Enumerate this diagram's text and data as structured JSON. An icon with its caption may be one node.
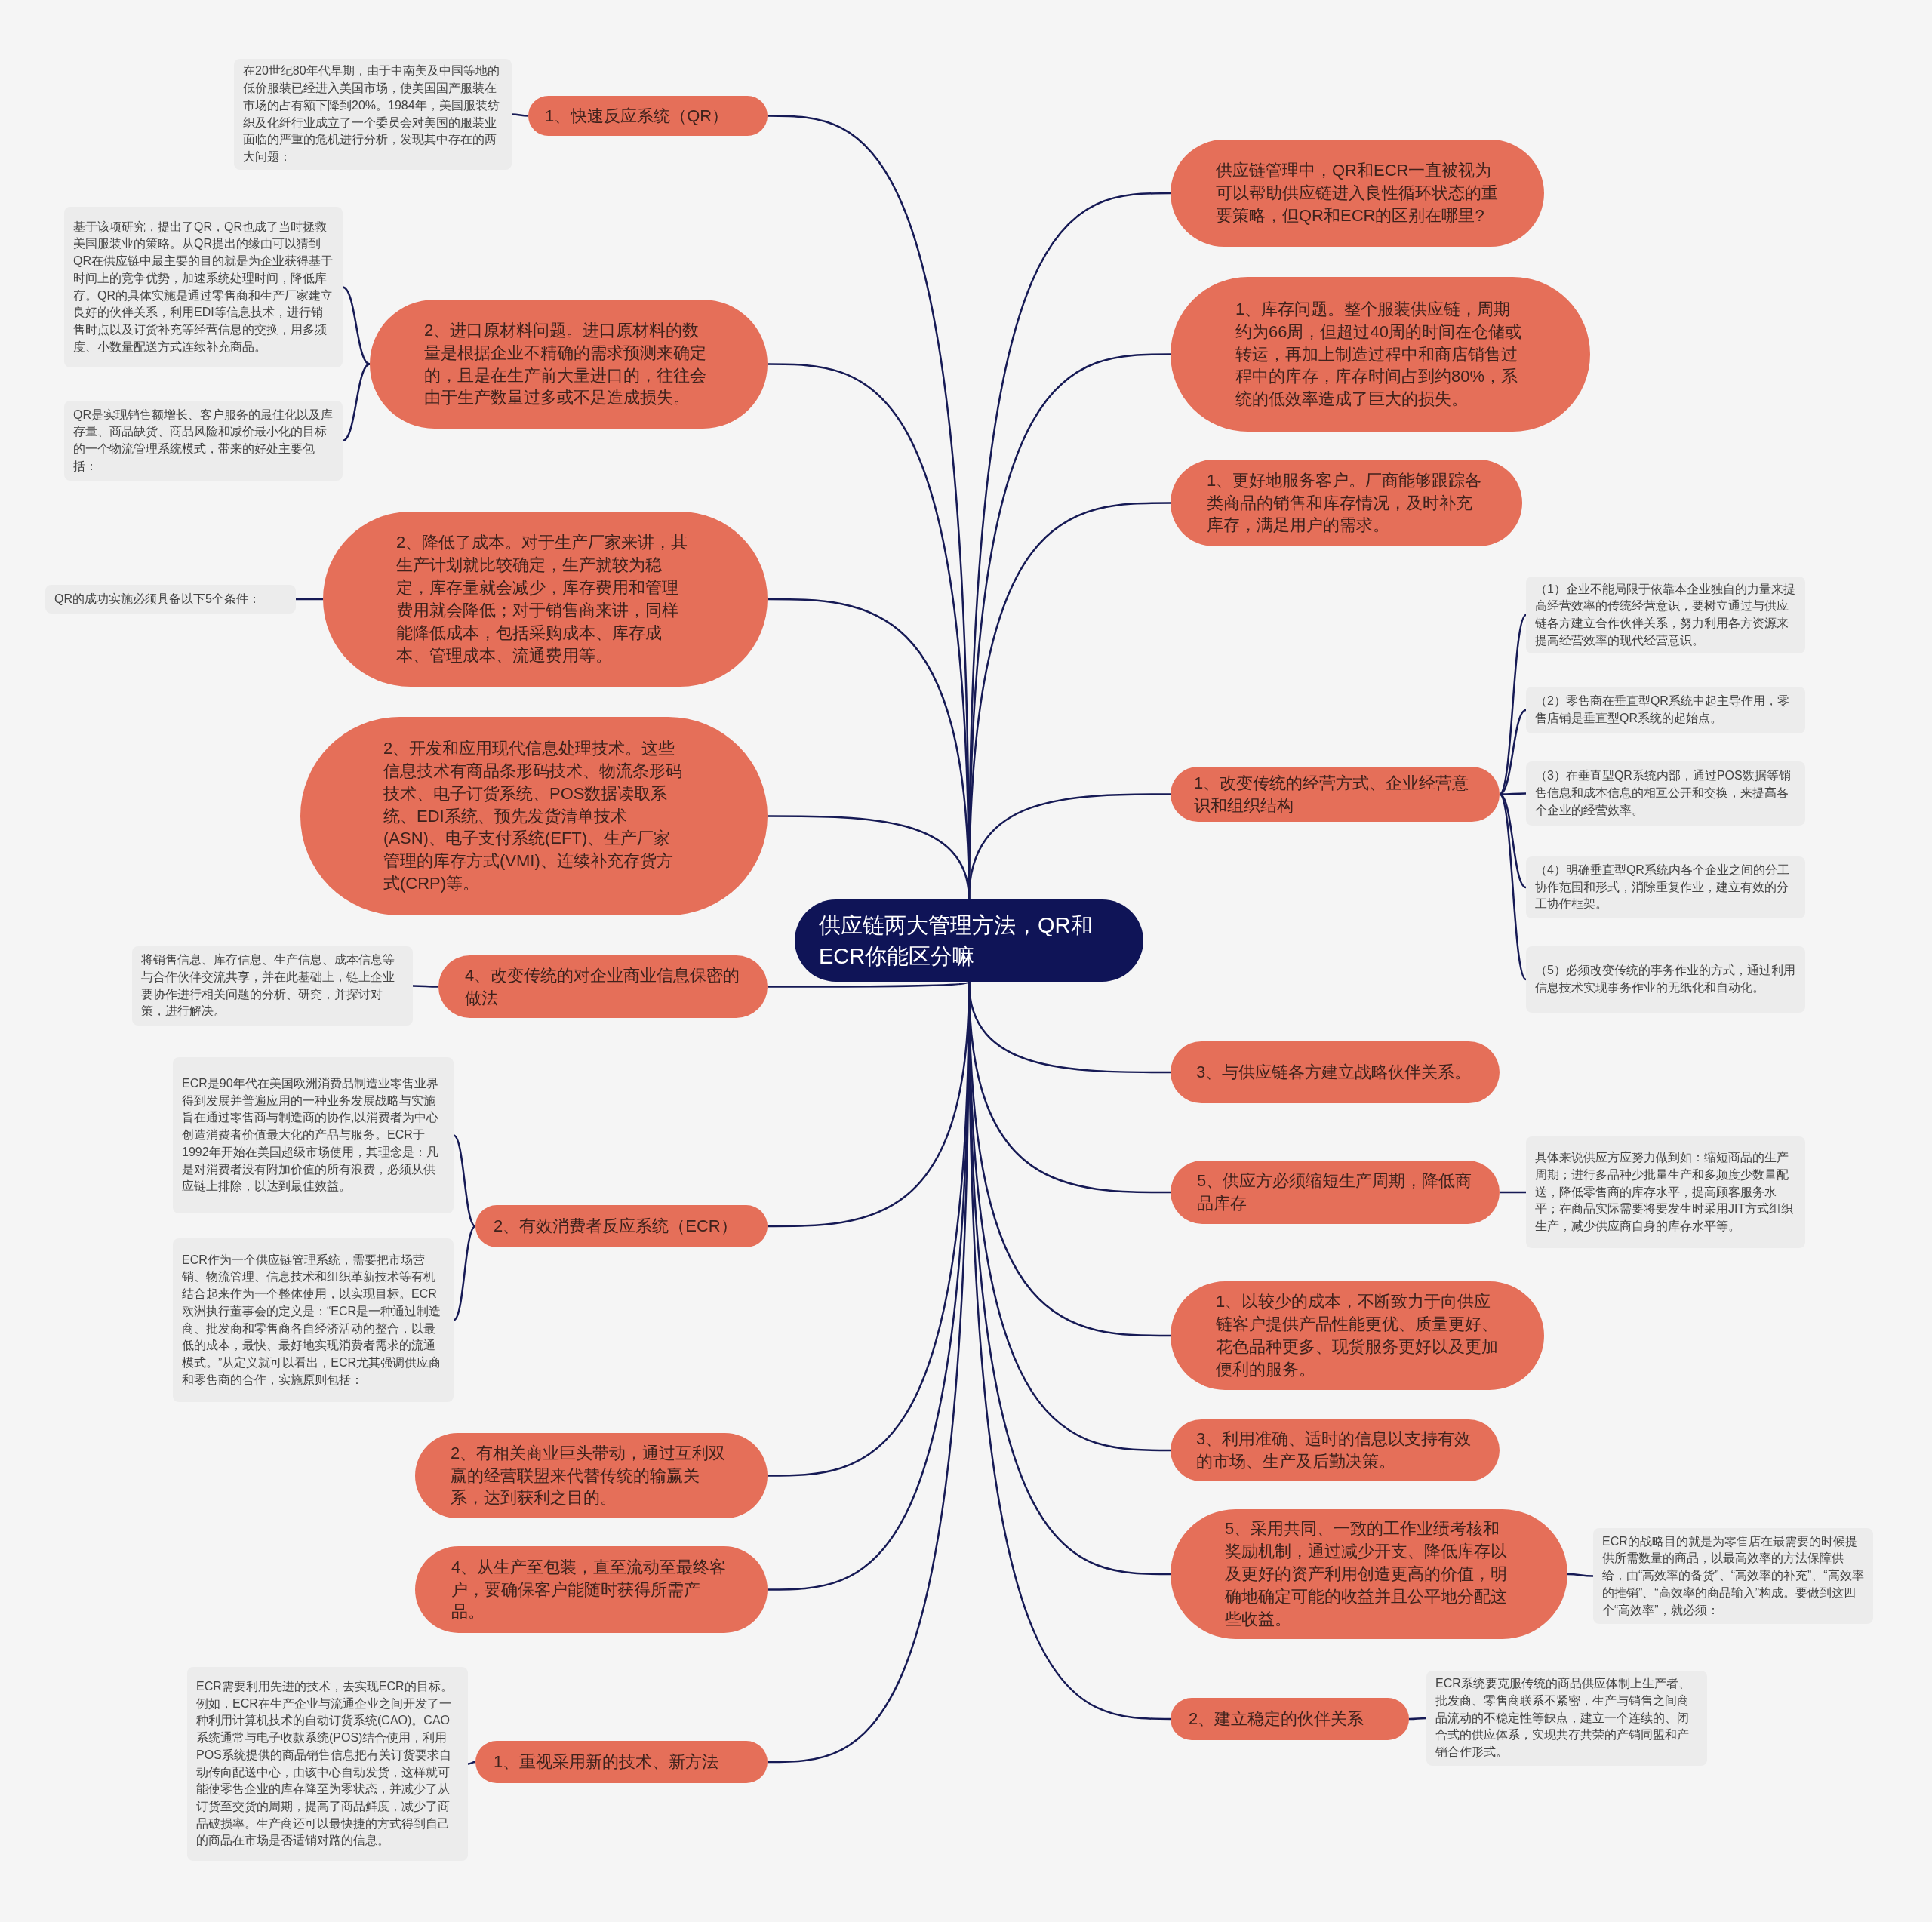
{
  "diagram": {
    "nodes": [
      {
        "text": [
          "供应链两大管理方法，QR和ECR你能区分嘛"
        ]
      },
      {
        "text": [
          "1、快速反应系统（QR）"
        ]
      },
      {
        "text": [
          "在20世纪80年代早期，由于中南美及中国等地的低价服装已经进入美国市场，使美国国产服装在市场的占有额下降到20%。1984年，美国服装纺织及化纤行业成立了一个委员会对美国的服装业面临的严重的危机进行分析，发现其中存在的两大问题："
        ]
      },
      {
        "text": [
          "2、进口原材料问题。进口原材料的数量是根据企业不精确的需求预测来确定的，且是在生产前大量进口的，往往会由于生产数量过多或不足造成损失。"
        ]
      },
      {
        "text": [
          "基于该项研究，提出了QR，QR也成了当时拯救美国服装业的策略。从QR提出的缘由可以猜到QR在供应链中最主要的目的就是为企业获得基于时间上的竞争优势，加速系统处理时间，降低库存。QR的具体实施是通过零售商和生产厂家建立良好的伙伴关系，利用EDI等信息技术，进行销售时点以及订货补充等经营信息的交换，用多频度、小数量配送方式连续补充商品。"
        ]
      },
      {
        "text": [
          "QR是实现销售额增长、客户服务的最佳化以及库存量、商品缺货、商品风险和减价最小化的目标的一个物流管理系统模式，带来的好处主要包括："
        ]
      },
      {
        "text": [
          "2、降低了成本。对于生产厂家来讲，其生产计划就比较确定，生产就较为稳定，库存量就会减少，库存费用和管理费用就会降低；对于销售商来讲，同样能降低成本，包括采购成本、库存成本、管理成本、流通费用等。"
        ]
      },
      {
        "text": [
          "QR的成功实施必须具备以下5个条件："
        ]
      },
      {
        "text": [
          "2、开发和应用现代信息处理技术。这些信息技术有商品条形码技术、物流条形码技术、电子订货系统、POS数据读取系统、EDI系统、预先发货清单技术(ASN)、电子支付系统(EFT)、生产厂家管理的库存方式(VMI)、连续补充存货方式(CRP)等。"
        ]
      },
      {
        "text": [
          "4、改变传统的对企业商业信息保密的做法"
        ]
      },
      {
        "text": [
          "将销售信息、库存信息、生产信息、成本信息等与合作伙伴交流共享，并在此基础上，链上企业要协作进行相关问题的分析、研究，并探讨对策，进行解决。"
        ]
      },
      {
        "text": [
          "2、有效消费者反应系统（ECR）"
        ]
      },
      {
        "text": [
          "ECR是90年代在美国欧洲消费品制造业零售业界得到发展并普遍应用的一种业务发展战略与实施旨在通过零售商与制造商的协作,以消费者为中心创造消费者价值最大化的产品与服务。ECR于1992年开始在美国超级市场使用，其理念是：凡是对消费者没有附加价值的所有浪费，必须从供应链上排除，以达到最佳效益。"
        ]
      },
      {
        "text": [
          "ECR作为一个供应链管理系统，需要把市场营销、物流管理、信息技术和组织革新技术等有机结合起来作为一个整体使用，以实现目标。ECR欧洲执行董事会的定义是：“ECR是一种通过制造商、批发商和零售商各自经济活动的整合，以最低的成本，最快、最好地实现消费者需求的流通模式。”从定义就可以看出，ECR尤其强调供应商和零售商的合作，实施原则包括："
        ]
      },
      {
        "text": [
          "2、有相关商业巨头带动，通过互利双赢的经营联盟来代替传统的输赢关系，达到获利之目的。"
        ]
      },
      {
        "text": [
          "4、从生产至包装，直至流动至最终客户，要确保客户能随时获得所需产品。"
        ]
      },
      {
        "text": [
          "1、重视采用新的技术、新方法"
        ]
      },
      {
        "text": [
          "ECR需要利用先进的技术，去实现ECR的目标。例如，ECR在生产企业与流通企业之间开发了一种利用计算机技术的自动订货系统(CAO)。CAO系统通常与电子收款系统(POS)结合使用，利用POS系统提供的商品销售信息把有关订货要求自动传向配送中心，由该中心自动发货，这样就可能使零售企业的库存降至为零状态，并减少了从订货至交货的周期，提高了商品鲜度，减少了商品破损率。生产商还可以最快捷的方式得到自己的商品在市场是否适销对路的信息。"
        ]
      },
      {
        "text": [
          "供应链管理中，QR和ECR一直被视为可以帮助供应链进入良性循环状态的重要策略，但QR和ECR的区别在哪里?"
        ]
      },
      {
        "text": [
          "1、库存问题。整个服装供应链，周期约为66周，但超过40周的时间在仓储或转运，再加上制造过程中和商店销售过程中的库存，库存时间占到约80%，系统的低效率造成了巨大的损失。"
        ]
      },
      {
        "text": [
          "1、更好地服务客户。厂商能够跟踪各类商品的销售和库存情况，及时补充库存，满足用户的需求。"
        ]
      },
      {
        "text": [
          "1、改变传统的经营方式、企业经营意识和组织结构"
        ]
      },
      {
        "text": [
          "（1）企业不能局限于依靠本企业独自的力量来提高经营效率的传统经营意识，要树立通过与供应链各方建立合作伙伴关系，努力利用各方资源来提高经营效率的现代经营意识。"
        ]
      },
      {
        "text": [
          "（2）零售商在垂直型QR系统中起主导作用，零售店铺是垂直型QR系统的起始点。"
        ]
      },
      {
        "text": [
          "（3）在垂直型QR系统内部，通过POS数据等销售信息和成本信息的相互公开和交换，来提高各个企业的经营效率。"
        ]
      },
      {
        "text": [
          "（4）明确垂直型QR系统内各个企业之间的分工协作范围和形式，消除重复作业，建立有效的分工协作框架。"
        ]
      },
      {
        "text": [
          "（5）必须改变传统的事务作业的方式，通过利用信息技术实现事务作业的无纸化和自动化。"
        ]
      },
      {
        "text": [
          "3、与供应链各方建立战略伙伴关系。"
        ]
      },
      {
        "text": [
          "5、供应方必须缩短生产周期，降低商品库存"
        ]
      },
      {
        "text": [
          "具体来说供应方应努力做到如：缩短商品的生产周期；进行多品种少批量生产和多频度少数量配送，降低零售商的库存水平，提高顾客服务水平；在商品实际需要将要发生时采用JIT方式组织生产，减少供应商自身的库存水平等。"
        ]
      },
      {
        "text": [
          "1、以较少的成本，不断致力于向供应链客户提供产品性能更优、质量更好、花色品种更多、现货服务更好以及更加便利的服务。"
        ]
      },
      {
        "text": [
          "3、利用准确、适时的信息以支持有效的市场、生产及后勤决策。"
        ]
      },
      {
        "text": [
          "5、采用共同、一致的工作业绩考核和奖励机制，通过减少开支、降低库存以及更好的资产利用创造更高的价值，明确地确定可能的收益并且公平地分配这些收益。"
        ]
      },
      {
        "text": [
          "ECR的战略目的就是为零售店在最需要的时候提供所需数量的商品，以最高效率的方法保障供给，由“高效率的备货”、“高效率的补充”、“高效率的推销”、“高效率的商品输入”构成。要做到这四个“高效率”，就必须："
        ]
      },
      {
        "text": [
          "2、建立稳定的伙伴关系"
        ]
      },
      {
        "text": [
          "ECR系统要克服传统的商品供应体制上生产者、批发商、零售商联系不紧密，生产与销售之间商品流动的不稳定性等缺点，建立一个连续的、闭合式的供应体系，实现共存共荣的产销同盟和产销合作形式。"
        ]
      }
    ],
    "edges": [
      {
        "from": 0,
        "to": 1,
        "arrow": "none"
      },
      {
        "from": 0,
        "to": 3,
        "arrow": "none"
      },
      {
        "from": 0,
        "to": 6,
        "arrow": "none"
      },
      {
        "from": 0,
        "to": 8,
        "arrow": "none"
      },
      {
        "from": 0,
        "to": 9,
        "arrow": "none"
      },
      {
        "from": 0,
        "to": 11,
        "arrow": "none"
      },
      {
        "from": 0,
        "to": 14,
        "arrow": "none"
      },
      {
        "from": 0,
        "to": 15,
        "arrow": "none"
      },
      {
        "from": 0,
        "to": 16,
        "arrow": "none"
      },
      {
        "from": 0,
        "to": 18,
        "arrow": "none"
      },
      {
        "from": 0,
        "to": 19,
        "arrow": "none"
      },
      {
        "from": 0,
        "to": 20,
        "arrow": "none"
      },
      {
        "from": 0,
        "to": 21,
        "arrow": "none"
      },
      {
        "from": 0,
        "to": 27,
        "arrow": "none"
      },
      {
        "from": 0,
        "to": 28,
        "arrow": "none"
      },
      {
        "from": 0,
        "to": 30,
        "arrow": "none"
      },
      {
        "from": 0,
        "to": 31,
        "arrow": "none"
      },
      {
        "from": 0,
        "to": 32,
        "arrow": "none"
      },
      {
        "from": 0,
        "to": 34,
        "arrow": "none"
      },
      {
        "from": 1,
        "to": 2,
        "arrow": "none"
      },
      {
        "from": 3,
        "to": 4,
        "arrow": "none"
      },
      {
        "from": 3,
        "to": 5,
        "arrow": "none"
      },
      {
        "from": 6,
        "to": 7,
        "arrow": "none"
      },
      {
        "from": 9,
        "to": 10,
        "arrow": "none"
      },
      {
        "from": 11,
        "to": 12,
        "arrow": "none"
      },
      {
        "from": 11,
        "to": 13,
        "arrow": "none"
      },
      {
        "from": 16,
        "to": 17,
        "arrow": "none"
      },
      {
        "from": 21,
        "to": 22,
        "arrow": "none"
      },
      {
        "from": 21,
        "to": 23,
        "arrow": "none"
      },
      {
        "from": 21,
        "to": 24,
        "arrow": "none"
      },
      {
        "from": 21,
        "to": 25,
        "arrow": "none"
      },
      {
        "from": 21,
        "to": 26,
        "arrow": "none"
      },
      {
        "from": 28,
        "to": 29,
        "arrow": "none"
      },
      {
        "from": 32,
        "to": 33,
        "arrow": "none"
      },
      {
        "from": 34,
        "to": 35,
        "arrow": "none"
      }
    ]
  }
}
